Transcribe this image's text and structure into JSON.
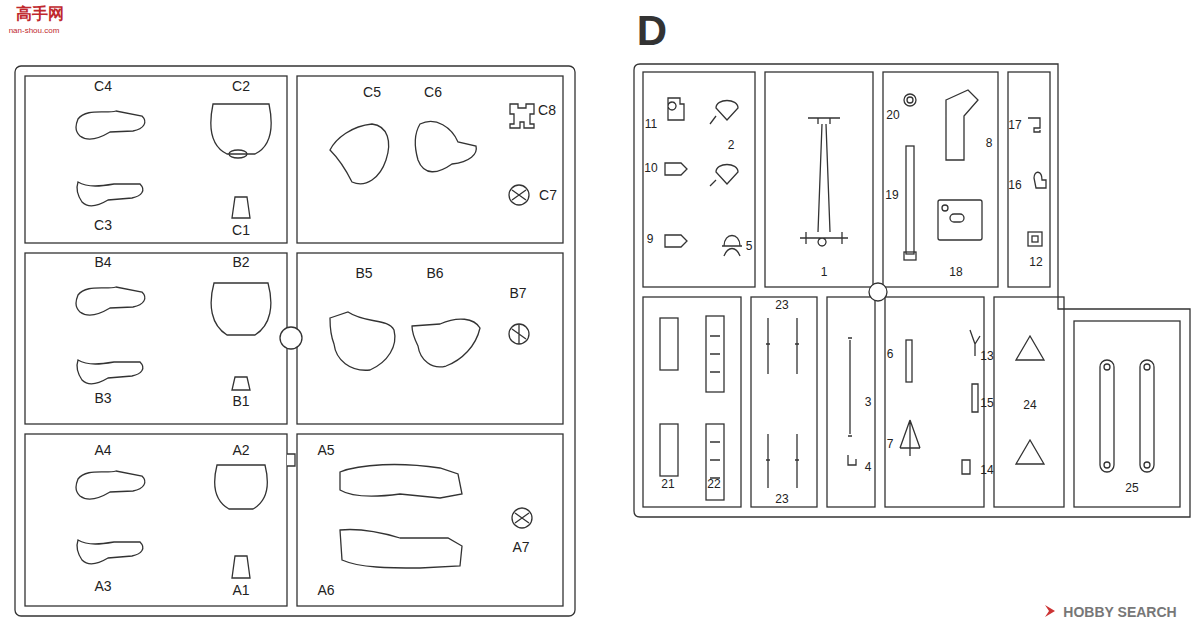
{
  "diagram": {
    "labels": [
      "高手网",
      "nan-shou.com",
      "C4",
      "C2",
      "C5",
      "C6",
      "C8",
      "C7",
      "C3",
      "C1",
      "B4",
      "B2",
      "B5",
      "B6",
      "B7",
      "B3",
      "B1",
      "A4",
      "A2",
      "A5",
      "A7",
      "A3",
      "A1",
      "A6",
      "D",
      "11",
      "2",
      "10",
      "9",
      "5",
      "1",
      "20",
      "8",
      "19",
      "18",
      "17",
      "16",
      "12",
      "23",
      "21",
      "22",
      "23",
      "3",
      "4",
      "6",
      "13",
      "15",
      "7",
      "14",
      "24",
      "25",
      "HOBBY SEARCH"
    ]
  }
}
